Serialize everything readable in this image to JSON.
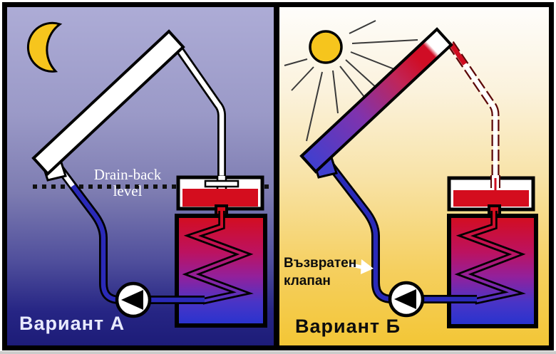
{
  "panels": {
    "night": {
      "variant_label": "Вариант А",
      "drain_back_label": {
        "line1": "Drain-back",
        "line2": "level"
      },
      "colors": {
        "sky_top": "#adacd6",
        "sky_bottom": "#1d1c78",
        "label_color": "#e8eaff"
      }
    },
    "day": {
      "variant_label": "Вариант Б",
      "check_valve_label": {
        "line1": "Възвратен",
        "line2": "клапан"
      },
      "colors": {
        "sky_top": "#fefdfb",
        "sky_bottom": "#f3c636",
        "label_color": "#0d0d0d"
      }
    }
  },
  "icons": {
    "moon": "yellow-crescent",
    "sun": "yellow-circle-with-rays",
    "pump": "white-circle-with-black-left-triangle",
    "check_valve_arrow": "white-right-arrow"
  },
  "colors": {
    "sun_moon": "#f6c51d",
    "tank_hot_red": "#d40d1e",
    "tank_cold_blue": "#2633cf",
    "pipe_cold_blue": "#2a2ab8",
    "pipe_hot_outline": "#5c0808",
    "collector_cold_blue": "#3f3fcf",
    "outline_black": "#000000"
  }
}
